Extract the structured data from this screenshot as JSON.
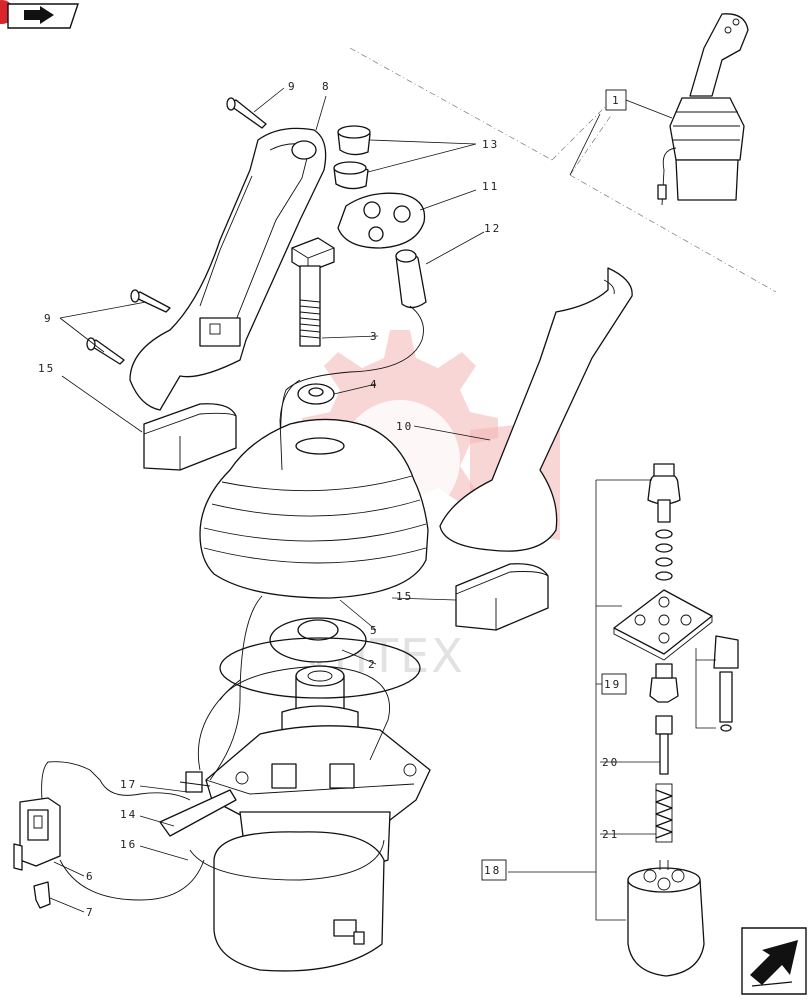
{
  "watermark": {
    "text": "VHTEX",
    "color": "#f4b4b4"
  },
  "accent_color": "#d9252b",
  "icons": {
    "nav_prev": "page-back-arrow-icon",
    "nav_next": "next-page-arrow-icon"
  },
  "callouts": {
    "c1": "1",
    "c2": "2",
    "c3": "3",
    "c4": "4",
    "c5": "5",
    "c6": "6",
    "c7": "7",
    "c8": "8",
    "c9a": "9",
    "c9b": "9",
    "c10": "10",
    "c11": "11",
    "c12": "12",
    "c13": "13",
    "c14": "14",
    "c15a": "15",
    "c15b": "15",
    "c16": "16",
    "c17": "17",
    "c18": "18",
    "c19": "19",
    "c20": "20",
    "c21": "21"
  }
}
